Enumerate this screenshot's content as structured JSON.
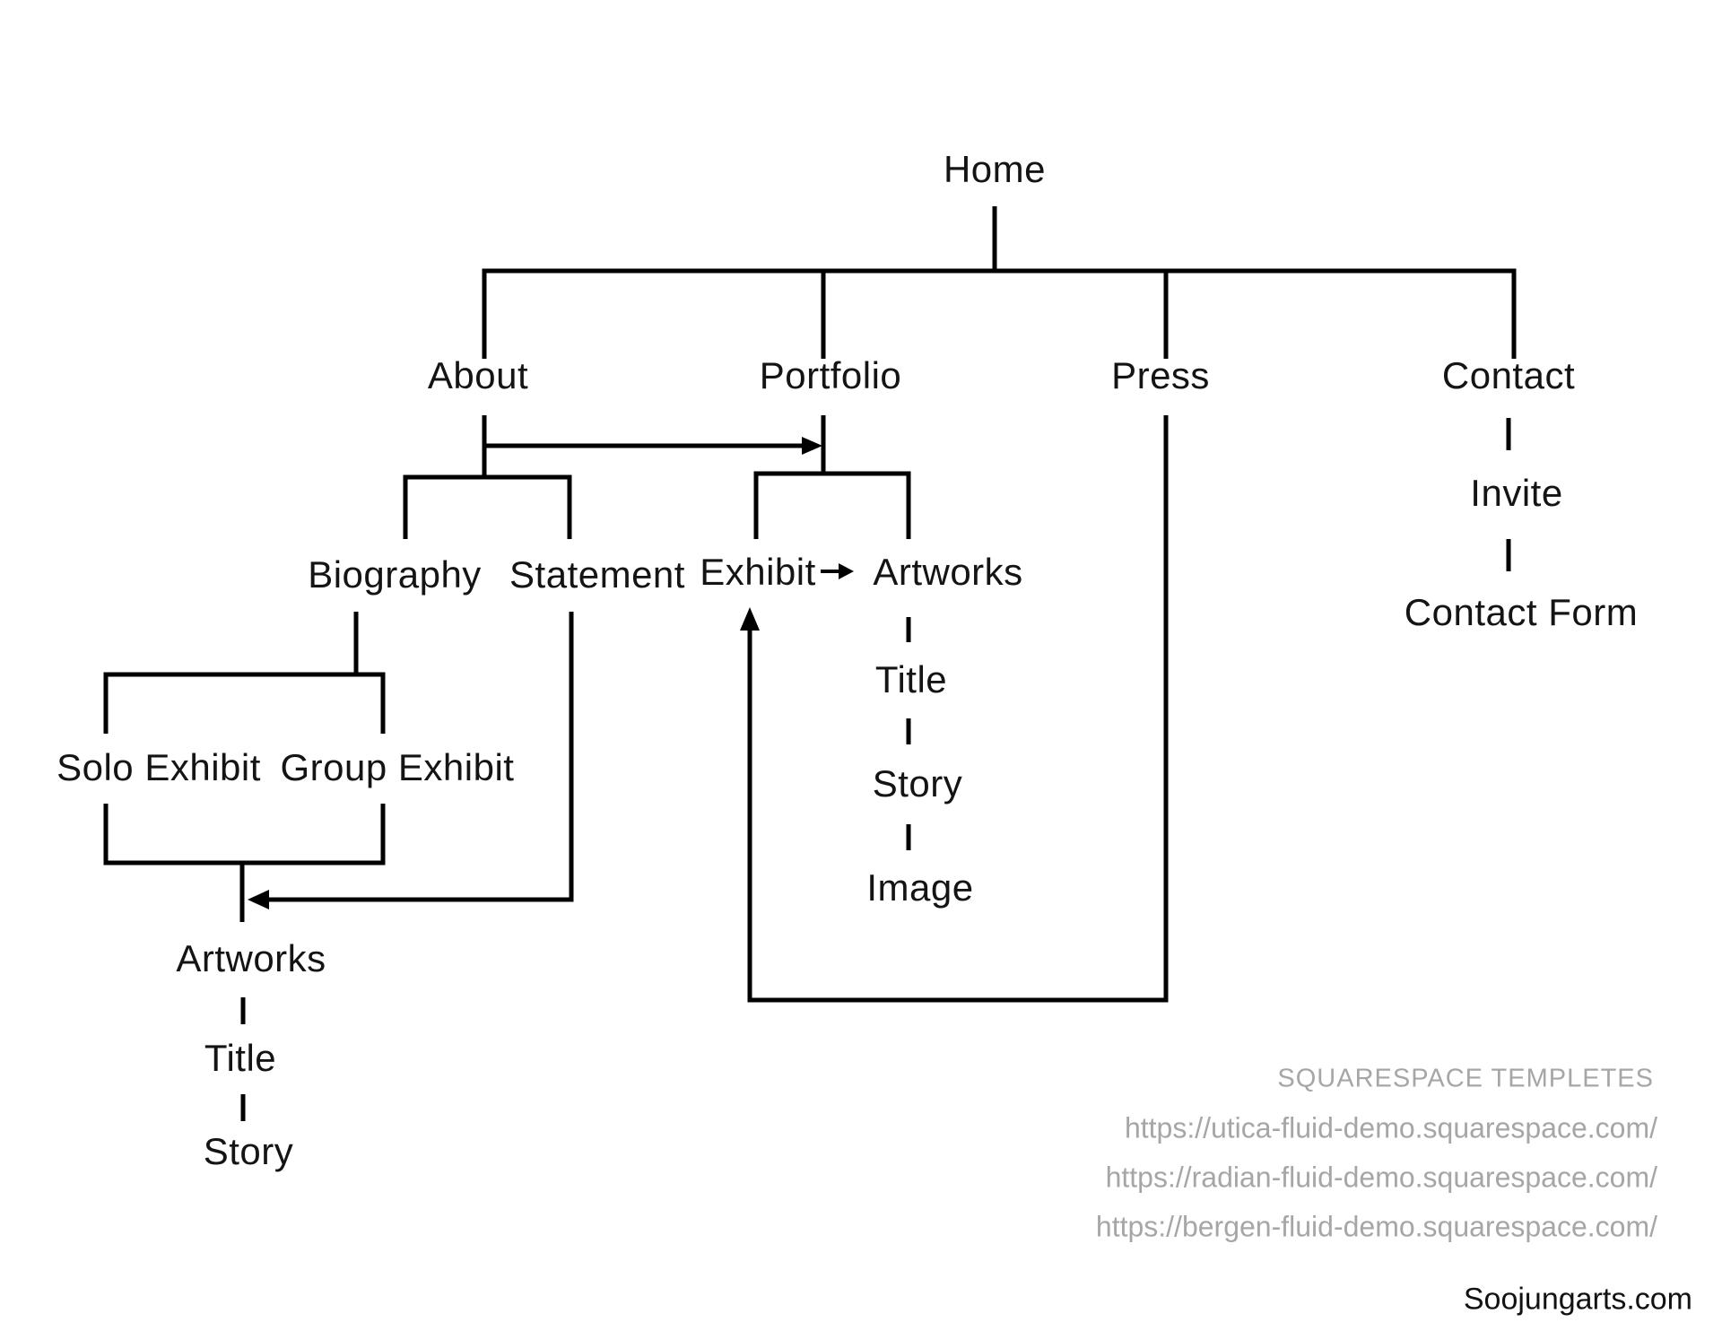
{
  "diagram": {
    "type": "sitemap-tree",
    "nodes": {
      "home": "Home",
      "about": "About",
      "portfolio": "Portfolio",
      "press": "Press",
      "contact": "Contact",
      "biography": "Biography",
      "statement": "Statement",
      "exhibit": "Exhibit",
      "portfolio_artworks": "Artworks",
      "portfolio_title": "Title",
      "portfolio_story": "Story",
      "portfolio_image": "Image",
      "solo_exhibit": "Solo Exhibit",
      "group_exhibit": "Group Exhibit",
      "about_artworks": "Artworks",
      "about_title": "Title",
      "about_story": "Story",
      "contact_invite": "Invite",
      "contact_form": "Contact Form"
    },
    "edges": [
      {
        "from": "Home",
        "to": "About",
        "style": "solid"
      },
      {
        "from": "Home",
        "to": "Portfolio",
        "style": "solid"
      },
      {
        "from": "Home",
        "to": "Press",
        "style": "solid"
      },
      {
        "from": "Home",
        "to": "Contact",
        "style": "solid"
      },
      {
        "from": "About",
        "to": "Biography",
        "style": "solid"
      },
      {
        "from": "About",
        "to": "Statement",
        "style": "solid"
      },
      {
        "from": "About",
        "to": "Portfolio",
        "style": "arrow-right"
      },
      {
        "from": "Portfolio",
        "to": "Exhibit",
        "style": "solid"
      },
      {
        "from": "Portfolio",
        "to": "Artworks",
        "style": "solid"
      },
      {
        "from": "Exhibit",
        "to": "Artworks",
        "style": "arrow-right"
      },
      {
        "from": "Artworks (portfolio)",
        "to": "Title",
        "style": "dashed"
      },
      {
        "from": "Title (portfolio)",
        "to": "Story",
        "style": "dashed"
      },
      {
        "from": "Story (portfolio)",
        "to": "Image",
        "style": "dashed"
      },
      {
        "from": "Biography",
        "to": "Solo Exhibit",
        "style": "solid"
      },
      {
        "from": "Biography",
        "to": "Group Exhibit",
        "style": "solid"
      },
      {
        "from": "Solo Exhibit / Group Exhibit",
        "to": "Artworks",
        "style": "solid"
      },
      {
        "from": "Statement",
        "to": "Artworks (about)",
        "style": "arrow-left"
      },
      {
        "from": "Artworks (about)",
        "to": "Title",
        "style": "dashed"
      },
      {
        "from": "Title (about)",
        "to": "Story",
        "style": "dashed"
      },
      {
        "from": "Press",
        "to": "Exhibit",
        "style": "arrow-up"
      },
      {
        "from": "Contact",
        "to": "Invite",
        "style": "dashed"
      },
      {
        "from": "Invite",
        "to": "Contact Form",
        "style": "dashed"
      }
    ],
    "colors": {
      "line": "#000000",
      "text": "#141414",
      "muted": "#a6a6a6",
      "background": "#ffffff"
    }
  },
  "footer": {
    "brand": "SQUARESPACE TEMPLETES",
    "links": [
      "https://utica-fluid-demo.squarespace.com/",
      "https://radian-fluid-demo.squarespace.com/",
      "https://bergen-fluid-demo.squarespace.com/"
    ],
    "site": "Soojungarts.com"
  }
}
